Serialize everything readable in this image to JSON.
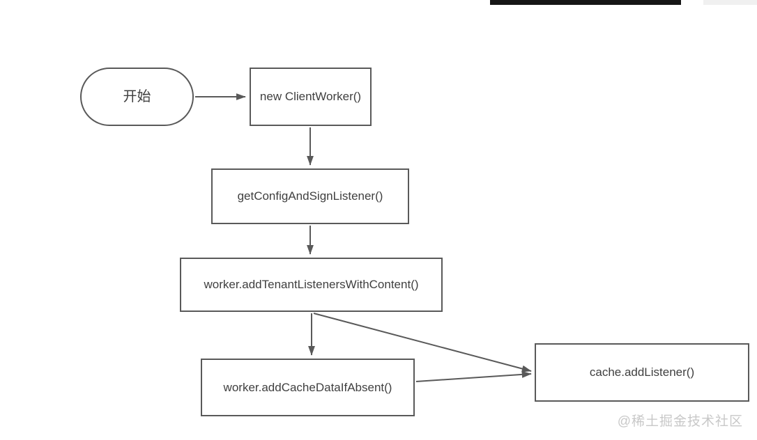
{
  "page": {
    "watermark": "@稀土掘金技术社区",
    "colors": {
      "background": "#ffffff",
      "line": "#595959",
      "node_border": "#595959",
      "node_text": "#3f3f3f",
      "watermark": "#c8c8c8",
      "top_bar_dark": "#161616",
      "top_bar_light": "#f0f0f0"
    }
  },
  "diagram": {
    "type": "flowchart",
    "nodes": [
      {
        "id": "start",
        "type": "terminator",
        "label": "开始"
      },
      {
        "id": "new-clientworker",
        "type": "process",
        "label": "new ClientWorker()"
      },
      {
        "id": "get-config",
        "type": "process",
        "label": "getConfigAndSignListener()"
      },
      {
        "id": "add-tenant",
        "type": "process",
        "label": "worker.addTenantListenersWithContent()"
      },
      {
        "id": "add-cache-data",
        "type": "process",
        "label": "worker.addCacheDataIfAbsent()"
      },
      {
        "id": "cache-add-listener",
        "type": "process",
        "label": "cache.addListener()"
      }
    ],
    "edges": [
      {
        "from": "start",
        "to": "new-clientworker"
      },
      {
        "from": "new-clientworker",
        "to": "get-config"
      },
      {
        "from": "get-config",
        "to": "add-tenant"
      },
      {
        "from": "add-tenant",
        "to": "add-cache-data"
      },
      {
        "from": "add-tenant",
        "to": "cache-add-listener"
      },
      {
        "from": "add-cache-data",
        "to": "cache-add-listener"
      }
    ]
  }
}
